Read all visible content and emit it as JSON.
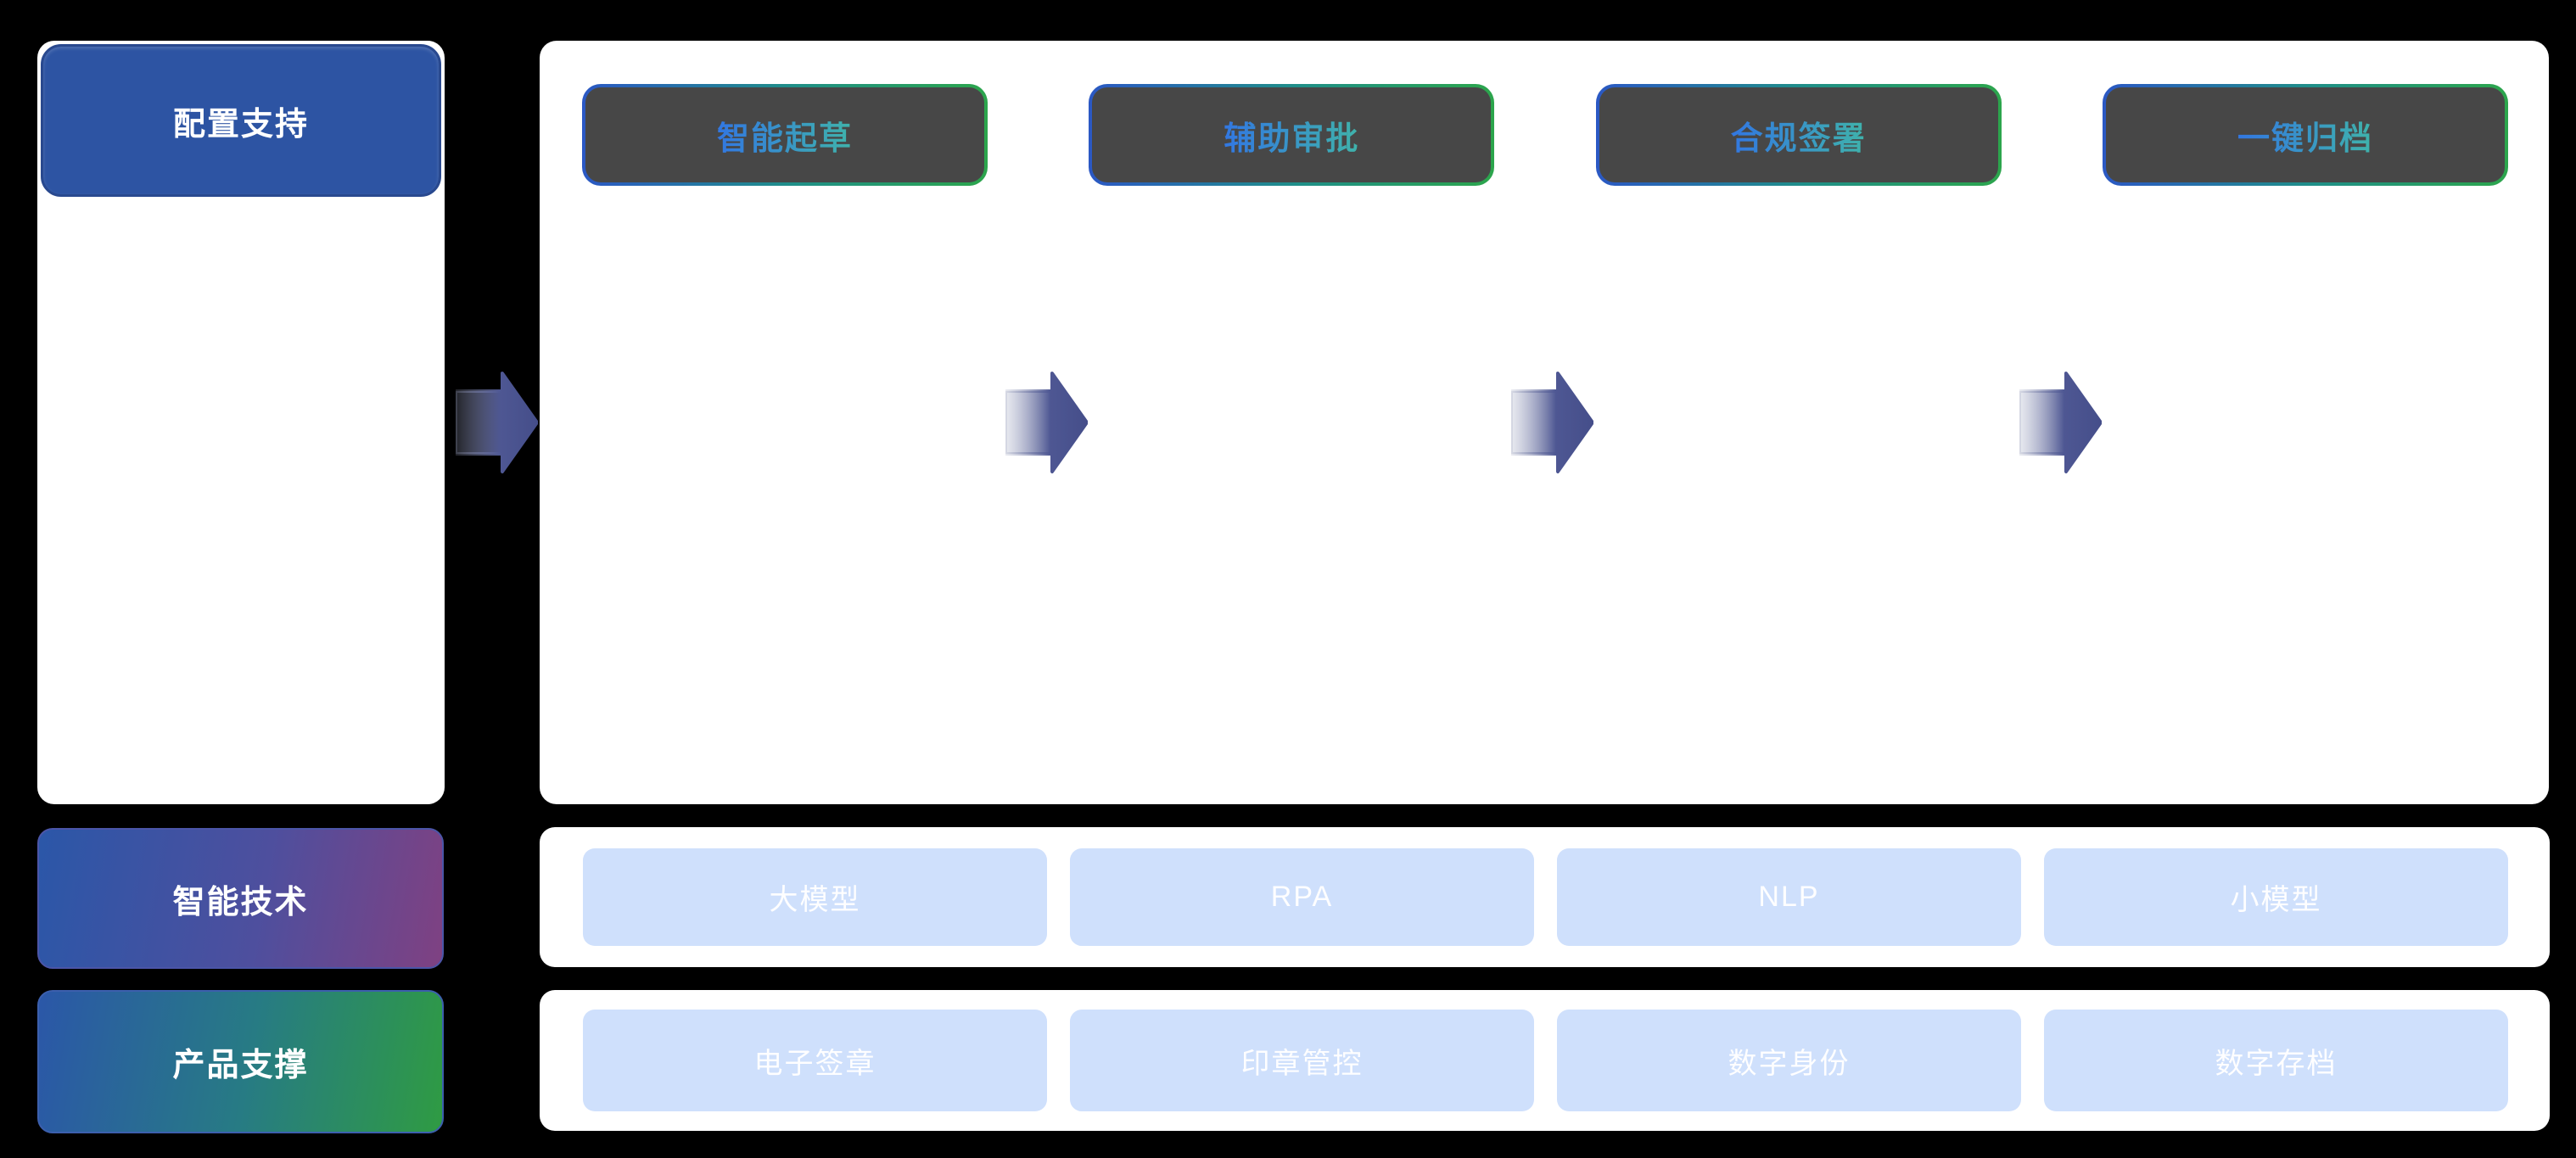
{
  "sidebar": {
    "config_label": "配置支持",
    "tech_label": "智能技术",
    "product_label": "产品支撑"
  },
  "process": {
    "steps": [
      "智能起草",
      "辅助审批",
      "合规签署",
      "一键归档"
    ]
  },
  "tech": {
    "items": [
      "大模型",
      "RPA",
      "NLP",
      "小模型"
    ]
  },
  "product": {
    "items": [
      "电子签章",
      "印章管控",
      "数字身份",
      "数字存档"
    ]
  },
  "colors": {
    "background": "#000000",
    "panel_white": "#ffffff",
    "config_header_blue": "#2d54a3",
    "tech_gradient_start": "#2b57a8",
    "tech_gradient_end": "#7f4182",
    "product_gradient_start": "#2b57a8",
    "product_gradient_end": "#2f9b43",
    "step_node_fill": "#474747",
    "step_border_gradient_start": "#2b58c4",
    "step_border_gradient_end": "#2ca54c",
    "step_text_gradient_start": "#3277e2",
    "step_text_gradient_end": "#3fb3ab",
    "chip_blue": "#cfe0fc",
    "arrow_slate": "#4d5693"
  }
}
